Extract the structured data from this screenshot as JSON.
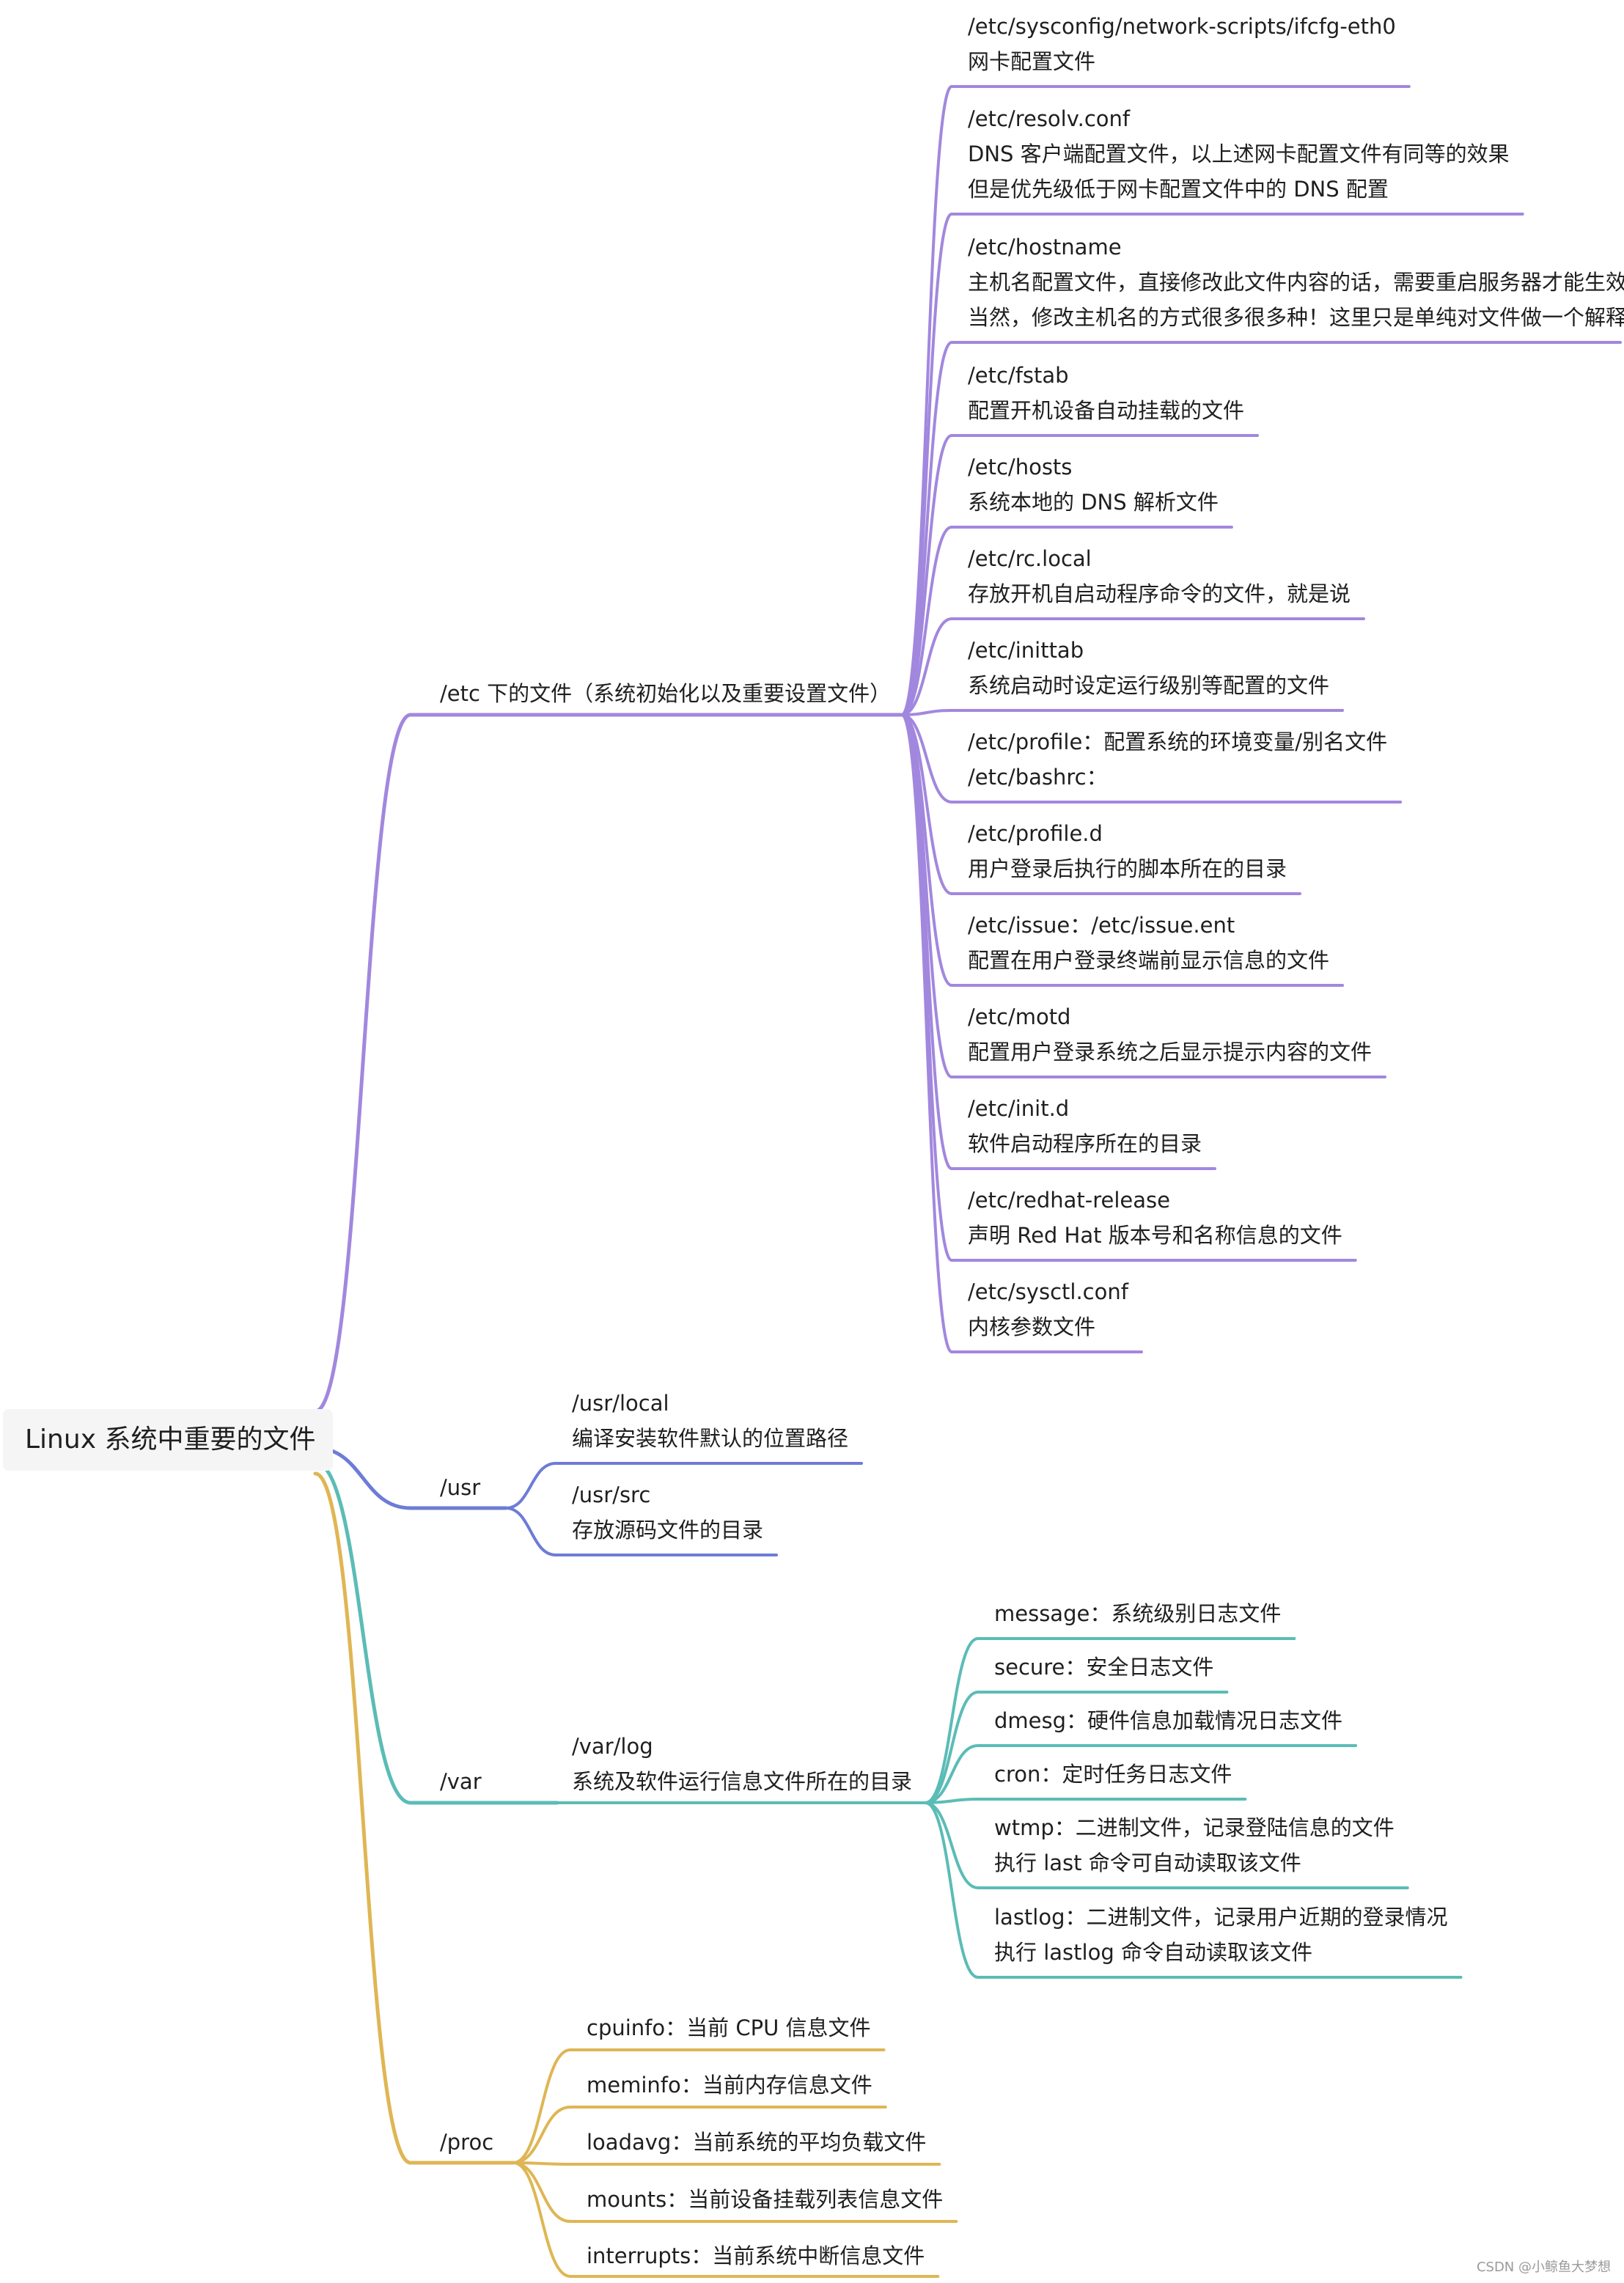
{
  "root": {
    "label": "Linux 系统中重要的文件"
  },
  "colors": {
    "etc": "#a287de",
    "usr": "#6d7cd6",
    "var": "#5bbcb6",
    "proc": "#dfb654"
  },
  "etc": {
    "label": "/etc 下的文件（系统初始化以及重要设置文件）",
    "items": [
      {
        "lines": [
          "/etc/sysconfig/network-scripts/ifcfg-eth0",
          "网卡配置文件"
        ]
      },
      {
        "lines": [
          "/etc/resolv.conf",
          "DNS 客户端配置文件，以上述网卡配置文件有同等的效果",
          "但是优先级低于网卡配置文件中的 DNS 配置"
        ]
      },
      {
        "lines": [
          "/etc/hostname",
          "主机名配置文件，直接修改此文件内容的话，需要重启服务器才能生效",
          "当然，修改主机名的方式很多很多种！这里只是单纯对文件做一个解释"
        ]
      },
      {
        "lines": [
          "/etc/fstab",
          "配置开机设备自动挂载的文件"
        ]
      },
      {
        "lines": [
          "/etc/hosts",
          "系统本地的 DNS 解析文件"
        ]
      },
      {
        "lines": [
          "/etc/rc.local",
          "存放开机自启动程序命令的文件，就是说"
        ]
      },
      {
        "lines": [
          "/etc/inittab",
          "系统启动时设定运行级别等配置的文件"
        ]
      },
      {
        "lines": [
          "/etc/profile：配置系统的环境变量/别名文件",
          "/etc/bashrc："
        ]
      },
      {
        "lines": [
          "/etc/profile.d",
          "用户登录后执行的脚本所在的目录"
        ]
      },
      {
        "lines": [
          "/etc/issue：/etc/issue.ent",
          "配置在用户登录终端前显示信息的文件"
        ]
      },
      {
        "lines": [
          "/etc/motd",
          "配置用户登录系统之后显示提示内容的文件"
        ]
      },
      {
        "lines": [
          "/etc/init.d",
          "软件启动程序所在的目录"
        ]
      },
      {
        "lines": [
          "/etc/redhat-release",
          "声明 Red Hat 版本号和名称信息的文件"
        ]
      },
      {
        "lines": [
          "/etc/sysctl.conf",
          "内核参数文件"
        ]
      }
    ]
  },
  "usr": {
    "label": "/usr",
    "items": [
      {
        "lines": [
          "/usr/local",
          "编译安装软件默认的位置路径"
        ]
      },
      {
        "lines": [
          "/usr/src",
          "存放源码文件的目录"
        ]
      }
    ]
  },
  "var": {
    "label": "/var",
    "log": {
      "lines": [
        "/var/log",
        "系统及软件运行信息文件所在的目录"
      ],
      "items": [
        {
          "lines": [
            "message：系统级别日志文件"
          ]
        },
        {
          "lines": [
            "secure：安全日志文件"
          ]
        },
        {
          "lines": [
            "dmesg：硬件信息加载情况日志文件"
          ]
        },
        {
          "lines": [
            "cron：定时任务日志文件"
          ]
        },
        {
          "lines": [
            "wtmp：二进制文件，记录登陆信息的文件",
            "执行 last 命令可自动读取该文件"
          ]
        },
        {
          "lines": [
            "lastlog：二进制文件，记录用户近期的登录情况",
            "执行 lastlog 命令自动读取该文件"
          ]
        }
      ]
    }
  },
  "proc": {
    "label": "/proc",
    "items": [
      {
        "lines": [
          "cpuinfo：当前 CPU 信息文件"
        ]
      },
      {
        "lines": [
          "meminfo：当前内存信息文件"
        ]
      },
      {
        "lines": [
          "loadavg：当前系统的平均负载文件"
        ]
      },
      {
        "lines": [
          "mounts：当前设备挂载列表信息文件"
        ]
      },
      {
        "lines": [
          "interrupts：当前系统中断信息文件"
        ]
      }
    ]
  },
  "watermark": "CSDN @小鲸鱼大梦想"
}
